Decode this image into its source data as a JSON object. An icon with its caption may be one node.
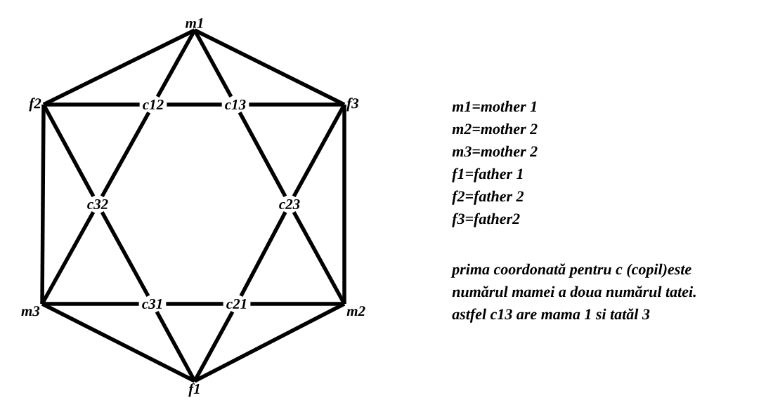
{
  "diagram": {
    "nodes": [
      {
        "text": [
          "m1"
        ]
      },
      {
        "text": [
          "f2"
        ]
      },
      {
        "text": [
          "c12"
        ]
      },
      {
        "text": [
          "c13"
        ]
      },
      {
        "text": [
          "f3"
        ]
      },
      {
        "text": [
          "c32"
        ]
      },
      {
        "text": [
          "c23"
        ]
      },
      {
        "text": [
          "m3"
        ]
      },
      {
        "text": [
          "c31"
        ]
      },
      {
        "text": [
          "c21"
        ]
      },
      {
        "text": [
          "m2"
        ]
      },
      {
        "text": [
          "f1"
        ]
      }
    ],
    "edges": [
      {
        "from": 0,
        "to": 1,
        "arrow": "none"
      },
      {
        "from": 0,
        "to": 4,
        "arrow": "none"
      },
      {
        "from": 1,
        "to": 7,
        "arrow": "none"
      },
      {
        "from": 4,
        "to": 10,
        "arrow": "none"
      },
      {
        "from": 7,
        "to": 11,
        "arrow": "none"
      },
      {
        "from": 10,
        "to": 11,
        "arrow": "none"
      },
      {
        "from": 0,
        "to": 2,
        "arrow": "none"
      },
      {
        "from": 2,
        "to": 5,
        "arrow": "none"
      },
      {
        "from": 5,
        "to": 7,
        "arrow": "none"
      },
      {
        "from": 0,
        "to": 3,
        "arrow": "none"
      },
      {
        "from": 3,
        "to": 6,
        "arrow": "none"
      },
      {
        "from": 6,
        "to": 10,
        "arrow": "none"
      },
      {
        "from": 1,
        "to": 2,
        "arrow": "none"
      },
      {
        "from": 2,
        "to": 3,
        "arrow": "none"
      },
      {
        "from": 3,
        "to": 4,
        "arrow": "none"
      },
      {
        "from": 7,
        "to": 8,
        "arrow": "none"
      },
      {
        "from": 8,
        "to": 9,
        "arrow": "none"
      },
      {
        "from": 9,
        "to": 10,
        "arrow": "none"
      },
      {
        "from": 1,
        "to": 5,
        "arrow": "none"
      },
      {
        "from": 5,
        "to": 8,
        "arrow": "none"
      },
      {
        "from": 8,
        "to": 11,
        "arrow": "none"
      },
      {
        "from": 4,
        "to": 6,
        "arrow": "none"
      },
      {
        "from": 6,
        "to": 9,
        "arrow": "none"
      },
      {
        "from": 9,
        "to": 11,
        "arrow": "none"
      }
    ],
    "labels": [
      "m1=mother 1",
      "m2=mother 2",
      "m3=mother 2",
      "f1=father 1",
      "f2=father 2",
      "f3=father2",
      "prima coordonată pentru c (copil)este",
      "numărul mamei a doua numărul tatei.",
      "astfel c13 are mama 1 si tatăl 3"
    ]
  }
}
